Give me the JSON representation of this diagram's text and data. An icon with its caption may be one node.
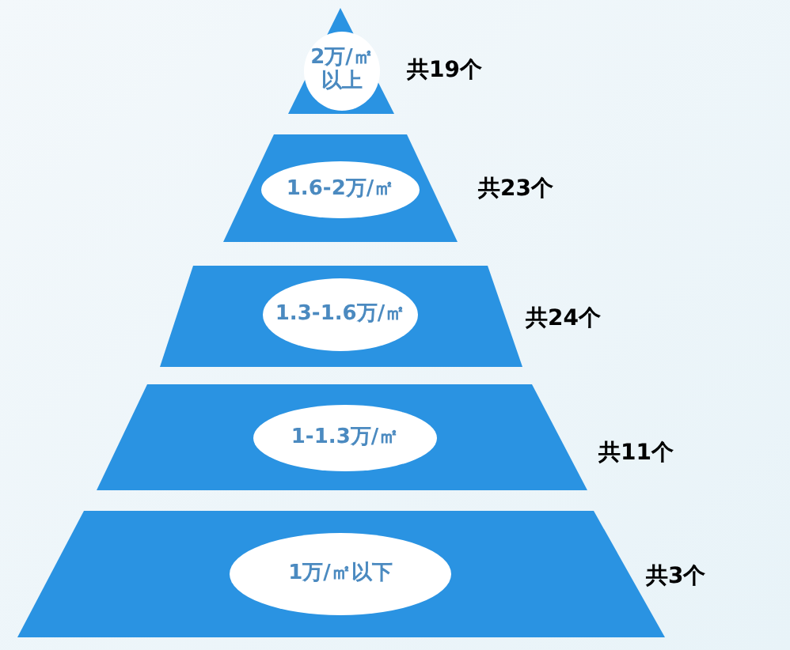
{
  "diagram": {
    "nodes": [
      {
        "text": [
          "2万/㎡以上"
        ],
        "beside": [
          "共19个"
        ]
      },
      {
        "text": [
          "1.6-2万/㎡"
        ],
        "beside": [
          "共23个"
        ]
      },
      {
        "text": [
          "1.3-1.6万/㎡"
        ],
        "beside": [
          "共24个"
        ]
      },
      {
        "text": [
          "1-1.3万/㎡"
        ],
        "beside": [
          "共11个"
        ]
      },
      {
        "text": [
          "1万/㎡以下"
        ],
        "beside": [
          "共3个"
        ]
      }
    ]
  }
}
